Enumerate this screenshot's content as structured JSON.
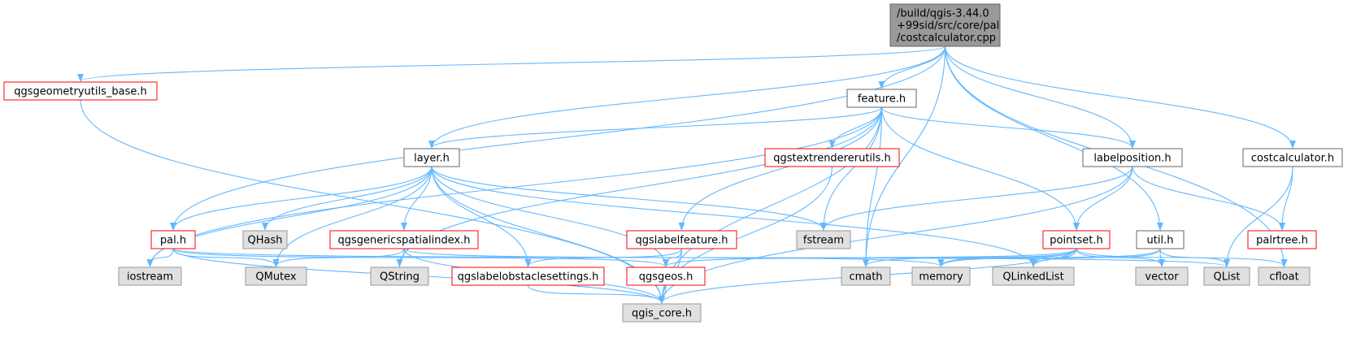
{
  "colors": {
    "edge": "#63b8ff",
    "root_fill": "#999999",
    "root_stroke": "#666666",
    "plain_fill": "#ffffff",
    "plain_stroke": "#666666",
    "missing_fill": "#ffffff",
    "missing_stroke": "#ff0000",
    "system_fill": "#e0e0e0",
    "system_stroke": "#999999"
  },
  "nodes": [
    {
      "id": "costcalculator_cpp",
      "kind": "root",
      "lines": [
        "/build/qgis-3.44.0",
        "+99sid/src/core/pal",
        "/costcalculator.cpp"
      ]
    },
    {
      "id": "qgsgeometryutils_base_h",
      "kind": "missing",
      "lines": [
        "qgsgeometryutils_base.h"
      ]
    },
    {
      "id": "feature_h",
      "kind": "plain",
      "lines": [
        "feature.h"
      ]
    },
    {
      "id": "layer_h",
      "kind": "plain",
      "lines": [
        "layer.h"
      ]
    },
    {
      "id": "qgstextrendererutils_h",
      "kind": "missing",
      "lines": [
        "qgstextrendererutils.h"
      ]
    },
    {
      "id": "labelposition_h",
      "kind": "plain",
      "lines": [
        "labelposition.h"
      ]
    },
    {
      "id": "costcalculator_h",
      "kind": "plain",
      "lines": [
        "costcalculator.h"
      ]
    },
    {
      "id": "pal_h",
      "kind": "missing",
      "lines": [
        "pal.h"
      ]
    },
    {
      "id": "qhash",
      "kind": "system",
      "lines": [
        "QHash"
      ]
    },
    {
      "id": "qgsgenericspatialindex_h",
      "kind": "missing",
      "lines": [
        "qgsgenericspatialindex.h"
      ]
    },
    {
      "id": "qgslabelfeature_h",
      "kind": "missing",
      "lines": [
        "qgslabelfeature.h"
      ]
    },
    {
      "id": "fstream",
      "kind": "system",
      "lines": [
        "fstream"
      ]
    },
    {
      "id": "pointset_h",
      "kind": "missing",
      "lines": [
        "pointset.h"
      ]
    },
    {
      "id": "util_h",
      "kind": "plain",
      "lines": [
        "util.h"
      ]
    },
    {
      "id": "palrtree_h",
      "kind": "missing",
      "lines": [
        "palrtree.h"
      ]
    },
    {
      "id": "iostream",
      "kind": "system",
      "lines": [
        "iostream"
      ]
    },
    {
      "id": "qmutex",
      "kind": "system",
      "lines": [
        "QMutex"
      ]
    },
    {
      "id": "qstring",
      "kind": "system",
      "lines": [
        "QString"
      ]
    },
    {
      "id": "qgslabelobstaclesettings_h",
      "kind": "missing",
      "lines": [
        "qgslabelobstaclesettings.h"
      ]
    },
    {
      "id": "qgsgeos_h",
      "kind": "missing",
      "lines": [
        "qgsgeos.h"
      ]
    },
    {
      "id": "cmath",
      "kind": "system",
      "lines": [
        "cmath"
      ]
    },
    {
      "id": "memory",
      "kind": "system",
      "lines": [
        "memory"
      ]
    },
    {
      "id": "qlinkedlist",
      "kind": "system",
      "lines": [
        "QLinkedList"
      ]
    },
    {
      "id": "vector",
      "kind": "system",
      "lines": [
        "vector"
      ]
    },
    {
      "id": "qlist",
      "kind": "system",
      "lines": [
        "QList"
      ]
    },
    {
      "id": "cfloat",
      "kind": "system",
      "lines": [
        "cfloat"
      ]
    },
    {
      "id": "qgis_core_h",
      "kind": "system",
      "lines": [
        "qgis_core.h"
      ]
    }
  ],
  "edges": [
    [
      "costcalculator_cpp",
      "qgsgeometryutils_base_h"
    ],
    [
      "costcalculator_cpp",
      "feature_h"
    ],
    [
      "costcalculator_cpp",
      "layer_h"
    ],
    [
      "costcalculator_cpp",
      "pal_h"
    ],
    [
      "costcalculator_cpp",
      "labelposition_h"
    ],
    [
      "costcalculator_cpp",
      "costcalculator_h"
    ],
    [
      "costcalculator_cpp",
      "util_h"
    ],
    [
      "costcalculator_cpp",
      "cmath"
    ],
    [
      "costcalculator_cpp",
      "cfloat"
    ],
    [
      "qgsgeometryutils_base_h",
      "qgis_core_h"
    ],
    [
      "feature_h",
      "layer_h"
    ],
    [
      "feature_h",
      "qgstextrendererutils_h"
    ],
    [
      "feature_h",
      "labelposition_h"
    ],
    [
      "feature_h",
      "qgslabelfeature_h"
    ],
    [
      "feature_h",
      "fstream"
    ],
    [
      "feature_h",
      "pointset_h"
    ],
    [
      "feature_h",
      "iostream"
    ],
    [
      "feature_h",
      "qstring"
    ],
    [
      "feature_h",
      "qgis_core_h"
    ],
    [
      "feature_h",
      "cmath"
    ],
    [
      "layer_h",
      "pal_h"
    ],
    [
      "layer_h",
      "qhash"
    ],
    [
      "layer_h",
      "qgsgenericspatialindex_h"
    ],
    [
      "layer_h",
      "fstream"
    ],
    [
      "layer_h",
      "qmutex"
    ],
    [
      "layer_h",
      "qgslabelobstaclesettings_h"
    ],
    [
      "layer_h",
      "qgsgeos_h"
    ],
    [
      "layer_h",
      "qlinkedlist"
    ],
    [
      "layer_h",
      "iostream"
    ],
    [
      "layer_h",
      "qgis_core_h"
    ],
    [
      "qgstextrendererutils_h",
      "qgis_core_h"
    ],
    [
      "labelposition_h",
      "pointset_h"
    ],
    [
      "labelposition_h",
      "fstream"
    ],
    [
      "labelposition_h",
      "palrtree_h"
    ],
    [
      "labelposition_h",
      "qgis_core_h"
    ],
    [
      "costcalculator_h",
      "palrtree_h"
    ],
    [
      "costcalculator_h",
      "qlist"
    ],
    [
      "pal_h",
      "iostream"
    ],
    [
      "pal_h",
      "qmutex"
    ],
    [
      "pal_h",
      "qgsgeos_h"
    ],
    [
      "pal_h",
      "qlist"
    ],
    [
      "pal_h",
      "qgis_core_h"
    ],
    [
      "qgsgenericspatialindex_h",
      "qmutex"
    ],
    [
      "qgsgenericspatialindex_h",
      "qstring"
    ],
    [
      "qgsgenericspatialindex_h",
      "memory"
    ],
    [
      "qgsgenericspatialindex_h",
      "qgis_core_h"
    ],
    [
      "qgslabelfeature_h",
      "qgslabelobstaclesettings_h"
    ],
    [
      "qgslabelfeature_h",
      "qgsgeos_h"
    ],
    [
      "qgslabelfeature_h",
      "qgis_core_h"
    ],
    [
      "pointset_h",
      "qgsgeos_h"
    ],
    [
      "pointset_h",
      "cmath"
    ],
    [
      "pointset_h",
      "memory"
    ],
    [
      "pointset_h",
      "qlinkedlist"
    ],
    [
      "pointset_h",
      "vector"
    ],
    [
      "pointset_h",
      "cfloat"
    ],
    [
      "pointset_h",
      "qgis_core_h"
    ],
    [
      "util_h",
      "qlinkedlist"
    ],
    [
      "util_h",
      "vector"
    ],
    [
      "util_h",
      "qlist"
    ],
    [
      "util_h",
      "memory"
    ],
    [
      "qgslabelobstaclesettings_h",
      "qgis_core_h"
    ],
    [
      "qgsgeos_h",
      "qgis_core_h"
    ]
  ]
}
